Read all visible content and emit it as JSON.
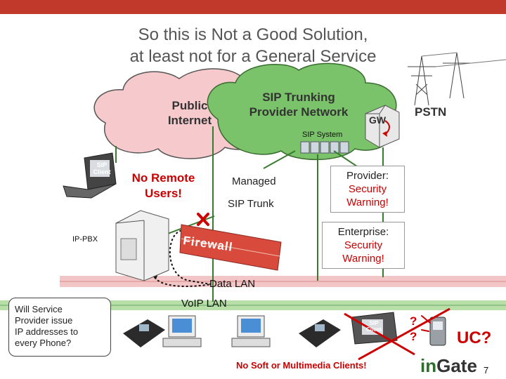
{
  "title": {
    "line1": "So this is Not a Good Solution,",
    "line2": "at least not for a General Service"
  },
  "clouds": {
    "public_internet": [
      "Public",
      "Internet"
    ],
    "sip_trunking": [
      "SIP Trunking",
      "Provider Network"
    ],
    "gw": "GW",
    "sip_system": "SIP System",
    "pstn": "PSTN"
  },
  "labels": {
    "sip_client": [
      "SIP",
      "Client"
    ],
    "no_remote": [
      "No Remote",
      "Users!"
    ],
    "managed": "Managed",
    "sip_trunk": "SIP Trunk",
    "ip_pbx": "IP-PBX",
    "firewall": "Firewall",
    "data_lan": "Data LAN",
    "voip_lan": "VoIP LAN",
    "question1": "?",
    "question2": "?",
    "uc": "UC?",
    "no_soft": "No Soft or Multimedia Clients!",
    "slide_number": "7"
  },
  "callouts": {
    "provider": {
      "heading": "Provider:",
      "body": [
        "Security",
        "Warning!"
      ]
    },
    "enterprise": {
      "heading": "Enterprise:",
      "body": [
        "Security",
        "Warning!"
      ]
    },
    "will_service": [
      "Will Service",
      "Provider issue",
      "IP addresses to",
      "every Phone?"
    ]
  },
  "logo": {
    "text_in": "in",
    "text_gate": "Gate"
  },
  "colors": {
    "accent_red": "#cc0000",
    "top_bar": "#c0392b",
    "data_lan": "#f2c6c6",
    "voip_lan": "#b9dfa8",
    "public_cloud": "#f6c9cc",
    "provider_cloud": "#7ac36a"
  },
  "icons": [
    "laptop-icon",
    "ip-pbx-server-icon",
    "firewall-icon",
    "desk-phone-icon",
    "desktop-pc-icon",
    "transmission-tower-icon",
    "gateway-icon",
    "mobile-phone-icon"
  ]
}
